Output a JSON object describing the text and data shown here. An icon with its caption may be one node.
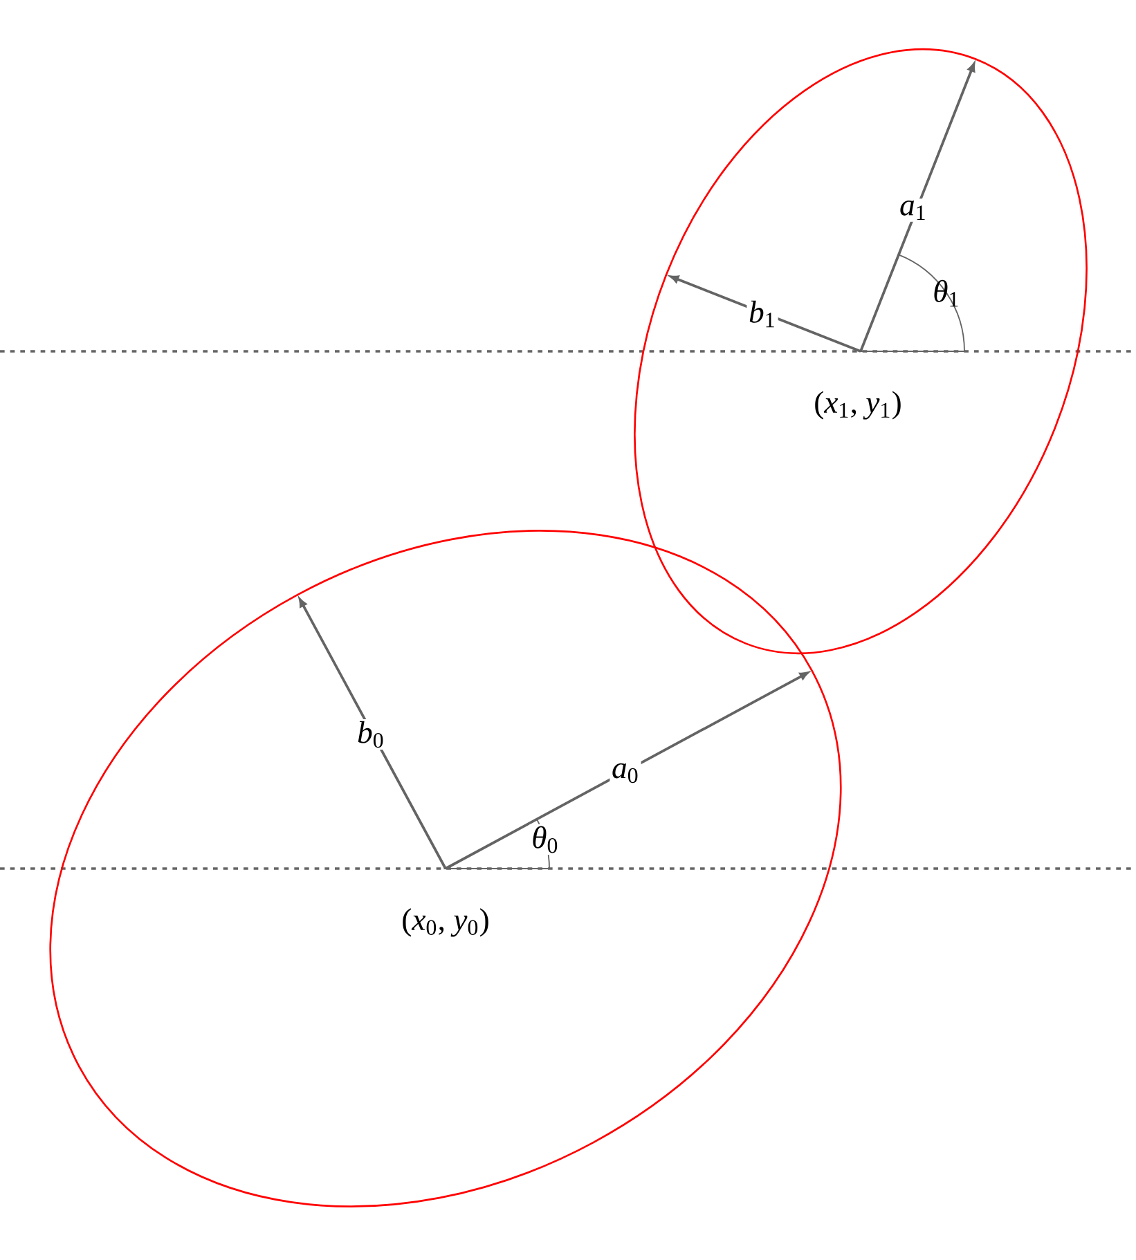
{
  "diagram": {
    "labels": [
      "*a*$_{1}$",
      "*θ*$_{1}$",
      "*b*$_{1}$",
      "(*x*$_{1}$, *y*$_{1}$)",
      "*b*$_{0}$",
      "*a*$_{0}$",
      "*θ*$_{0}$",
      "(*x*$_{0}$, *y*$_{0}$)"
    ]
  }
}
